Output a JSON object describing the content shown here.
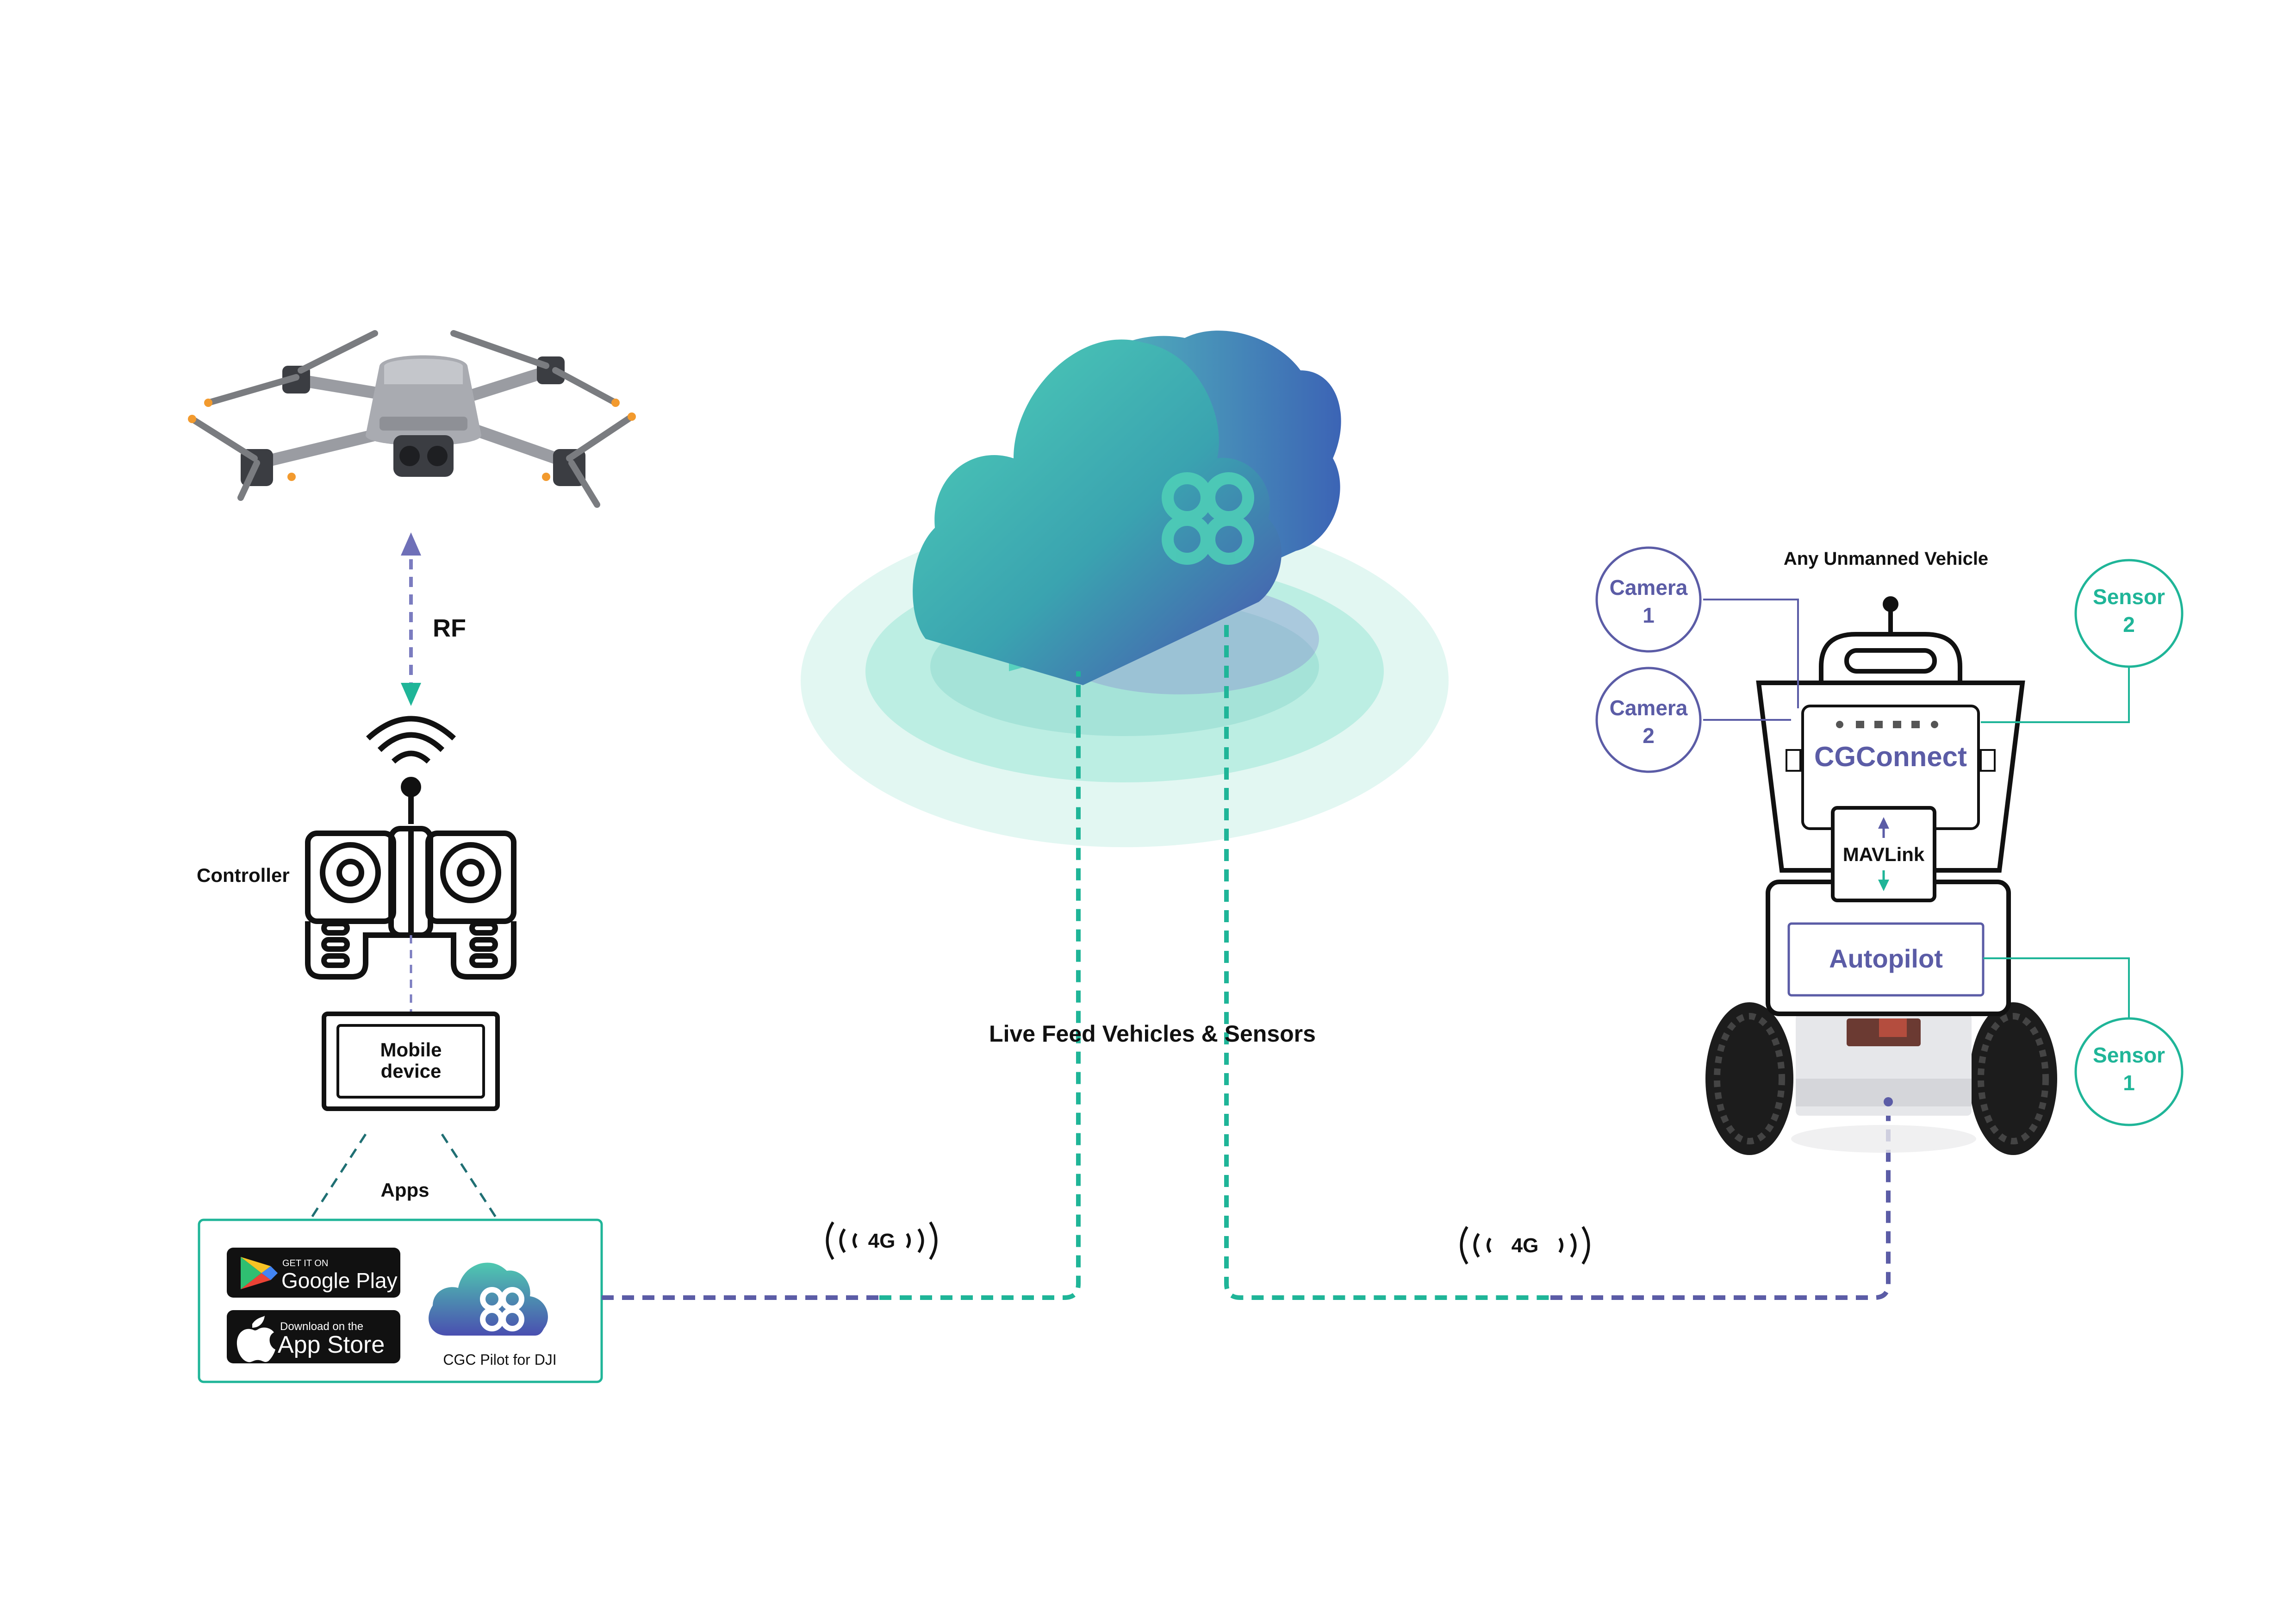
{
  "colors": {
    "teal": "#1fb598",
    "purple": "#5b5ca6",
    "dark": "#111111",
    "cloud_light": "#4fd1b8",
    "cloud_dark": "#4a4fb0",
    "halo": "#9fe3d4",
    "drone_grey": "#9a9ca2",
    "propeller_tip": "#f29a2e"
  },
  "labels": {
    "rf": "RF",
    "controller": "Controller",
    "mobile_device_line1": "Mobile",
    "mobile_device_line2": "device",
    "apps": "Apps",
    "live_feed": "Live Feed Vehicles & Sensors",
    "signal_left": "4G",
    "signal_right": "4G",
    "any_unmanned_vehicle": "Any Unmanned Vehicle",
    "cgconnect": "CGConnect",
    "mavlink": "MAVLink",
    "autopilot": "Autopilot",
    "camera1_line1": "Camera",
    "camera1_line2": "1",
    "camera2_line1": "Camera",
    "camera2_line2": "2",
    "sensor1_line1": "Sensor",
    "sensor1_line2": "1",
    "sensor2_line1": "Sensor",
    "sensor2_line2": "2"
  },
  "apps": {
    "google_play_small": "GET IT ON",
    "google_play_big": "Google Play",
    "app_store_small": "Download on the",
    "app_store_big": "App Store",
    "cgc_pilot": "CGC Pilot for DJI"
  },
  "icons": {
    "drone": "drone-icon",
    "controller": "remote-controller-icon",
    "cloud": "cloud-icon",
    "vehicle": "rover-icon",
    "google_play": "google-play-icon",
    "apple": "apple-icon",
    "cgc_logo": "cgc-logo-icon",
    "signal": "signal-waves-icon"
  }
}
